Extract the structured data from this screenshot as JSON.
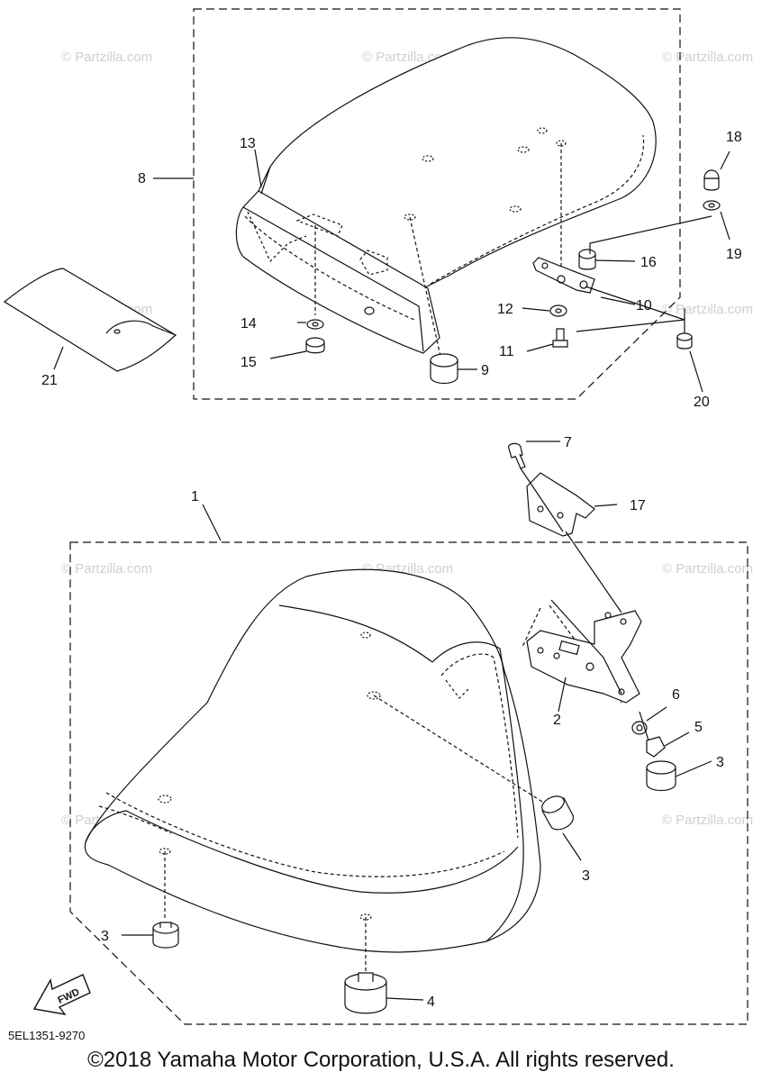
{
  "watermark": "© Partzilla.com",
  "center_watermark": "Partzilla.com",
  "diagram_code": "5EL1351-9270",
  "copyright": "©2018 Yamaha Motor Corporation, U.S.A. All rights reserved.",
  "fwd_label": "FWD",
  "callouts": {
    "c1": "1",
    "c2": "2",
    "c3a": "3",
    "c3b": "3",
    "c3c": "3",
    "c4": "4",
    "c5": "5",
    "c6": "6",
    "c7": "7",
    "c8": "8",
    "c9": "9",
    "c10": "10",
    "c11": "11",
    "c12": "12",
    "c13": "13",
    "c14": "14",
    "c15": "15",
    "c16": "16",
    "c17": "17",
    "c18": "18",
    "c19": "19",
    "c20": "20",
    "c21": "21"
  }
}
